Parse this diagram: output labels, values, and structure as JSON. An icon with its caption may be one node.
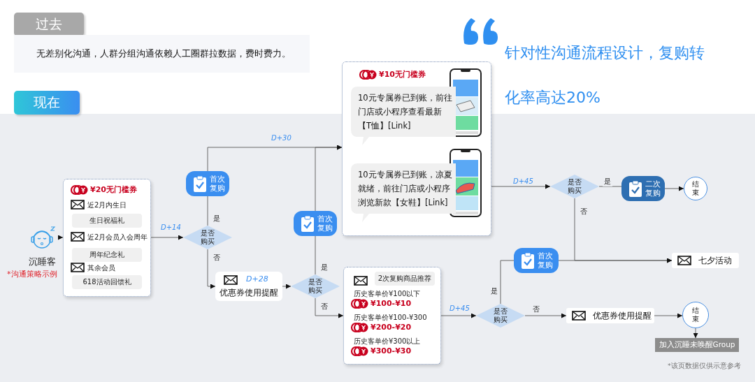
{
  "diagram": {
    "title": "针对性沟通流程设计，复购转化率高达20%",
    "nodes": [
      {
        "text": [
          "过去"
        ]
      },
      {
        "text": [
          "无差别化沟通，人群分组沟通依赖人工圈群拉数据，费时费力。"
        ]
      },
      {
        "text": [
          "现在"
        ]
      },
      {
        "text": [
          "沉睡客"
        ],
        "beside": [
          "*沟通策略示例"
        ]
      },
      {
        "text": [
          "¥20无门槛券",
          "近2月内生日",
          "近2月会员入会周年",
          "其余会员"
        ]
      },
      {
        "text": [
          "生日祝福礼"
        ],
        "in": 4
      },
      {
        "text": [
          "周年纪念礼"
        ],
        "in": 4
      },
      {
        "text": [
          "618活动回馈礼"
        ],
        "in": 4
      },
      {
        "text": [
          "是否购买"
        ]
      },
      {
        "text": [
          "首次复购"
        ]
      },
      {
        "text": [
          "D+28",
          "优惠券使用提醒"
        ]
      },
      {
        "text": [
          "是否购买"
        ]
      },
      {
        "text": [
          "首次复购"
        ]
      },
      {
        "text": [
          "¥10无门槛券"
        ]
      },
      {
        "text": [
          "10元专属券已到账，前往门店或小程序查看最新【T恤】[Link]"
        ],
        "in": 13
      },
      {
        "text": [
          "10元专属券已到账，凉夏就绪，前往门店或小程序浏览新款【女鞋】[Link]"
        ],
        "in": 13
      },
      {
        "text": [
          "历史客单价¥100以下",
          "¥100-¥10",
          "历史客单价¥100-¥300",
          "¥200-¥20",
          "历史客单价¥300以上",
          "¥300-¥30"
        ]
      },
      {
        "text": [
          "2次复购商品推荐"
        ],
        "in": 16
      },
      {
        "text": [
          "是否购买"
        ]
      },
      {
        "text": [
          "二次复购"
        ]
      },
      {
        "text": [
          "结束"
        ]
      },
      {
        "text": [
          "首次复购"
        ]
      },
      {
        "text": [
          "七夕活动"
        ]
      },
      {
        "text": [
          "是否购买"
        ]
      },
      {
        "text": [
          "优惠券使用提醒"
        ]
      },
      {
        "text": [
          "结束"
        ]
      },
      {
        "text": [
          "加入沉睡未唤醒Group"
        ]
      }
    ],
    "edges": [
      {
        "from": 3,
        "to": 4,
        "arrow": "to"
      },
      {
        "from": 4,
        "to": 8,
        "arrow": "to",
        "label": "D+14"
      },
      {
        "from": 8,
        "to": 9,
        "arrow": "none",
        "label": "是"
      },
      {
        "from": 9,
        "to": 13,
        "arrow": "to",
        "label": "D+30"
      },
      {
        "from": 8,
        "to": 10,
        "arrow": "to",
        "label": "否"
      },
      {
        "from": 10,
        "to": 11,
        "arrow": "to"
      },
      {
        "from": 11,
        "to": 12,
        "arrow": "none",
        "label": "是"
      },
      {
        "from": 12,
        "to": 13,
        "arrow": "to"
      },
      {
        "from": 11,
        "to": 16,
        "arrow": "to",
        "label": "否"
      },
      {
        "from": 16,
        "to": 23,
        "arrow": "to",
        "label": "D+45"
      },
      {
        "from": 13,
        "to": 18,
        "arrow": "to",
        "label": "D+45"
      },
      {
        "from": 18,
        "to": 19,
        "arrow": "none",
        "label": "是"
      },
      {
        "from": 19,
        "to": 20,
        "arrow": "to"
      },
      {
        "from": 18,
        "to": 22,
        "arrow": "to",
        "label": "否"
      },
      {
        "from": 23,
        "to": 21,
        "arrow": "none",
        "label": "是"
      },
      {
        "from": 21,
        "to": 22,
        "arrow": "to"
      },
      {
        "from": 23,
        "to": 24,
        "arrow": "to",
        "label": "否"
      },
      {
        "from": 24,
        "to": 25,
        "arrow": "to"
      },
      {
        "from": 25,
        "to": 26,
        "arrow": "to"
      }
    ],
    "labels": [
      "*该页数据仅供示意参考"
    ]
  }
}
